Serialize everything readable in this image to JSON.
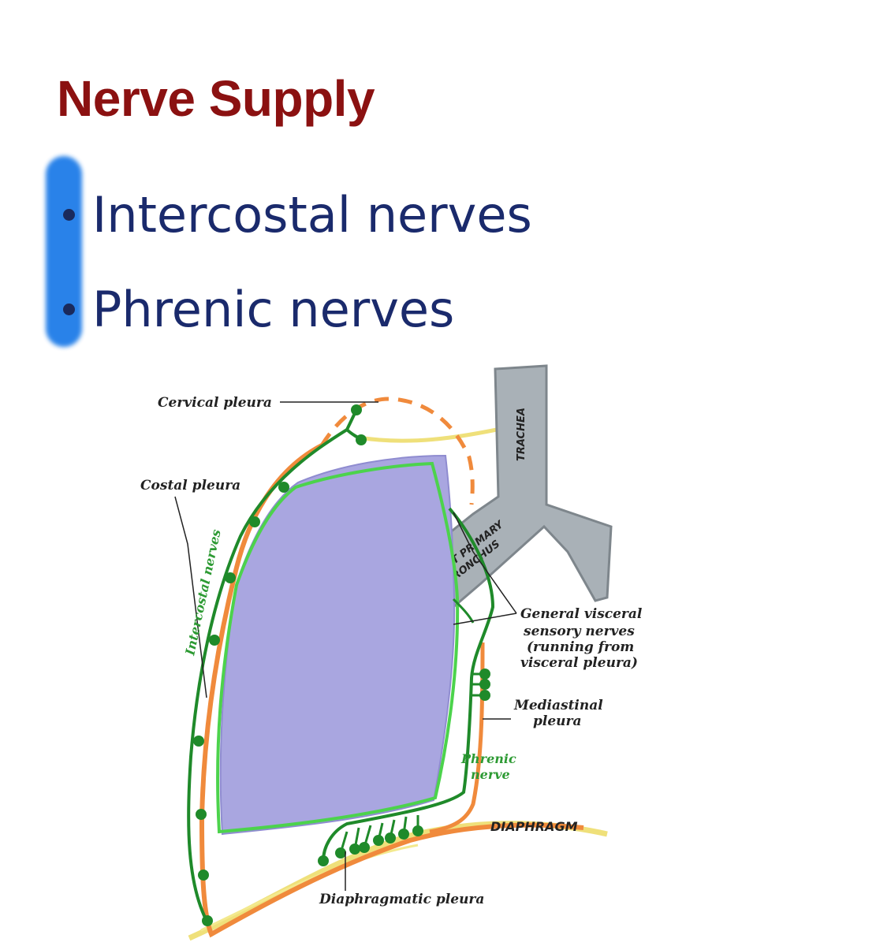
{
  "title": "Nerve Supply",
  "bullets": [
    "Intercostal nerves",
    "Phrenic nerves"
  ],
  "diagram": {
    "labels": {
      "cervical_pleura": "Cervical pleura",
      "costal_pleura": "Costal pleura",
      "intercostal_nerves": "Intercostal nerves",
      "trachea": "TRACHEA",
      "bronchus_line1": "RIGHT PRIMARY",
      "bronchus_line2": "BRONCHUS",
      "visceral_line1": "General visceral",
      "visceral_line2": "sensory nerves",
      "visceral_line3": "(running from",
      "visceral_line4": "visceral pleura)",
      "mediastinal_line1": "Mediastinal",
      "mediastinal_line2": "pleura",
      "phrenic_line1": "Phrenic",
      "phrenic_line2": "nerve",
      "diaphragm": "DIAPHRAGM",
      "diaphragmatic_pleura": "Diaphragmatic pleura"
    },
    "colors": {
      "title": "#8b1111",
      "bullet_text": "#1a2a6c",
      "highlight": "#1e7ce8",
      "lung_fill": "#a9a6e0",
      "visceral_pleura": "#4cd34c",
      "parietal_pleura": "#f08a3c",
      "nerve": "#1f8a2a",
      "diaphragm": "#efe07a",
      "trachea": "#a9b1b7"
    }
  }
}
